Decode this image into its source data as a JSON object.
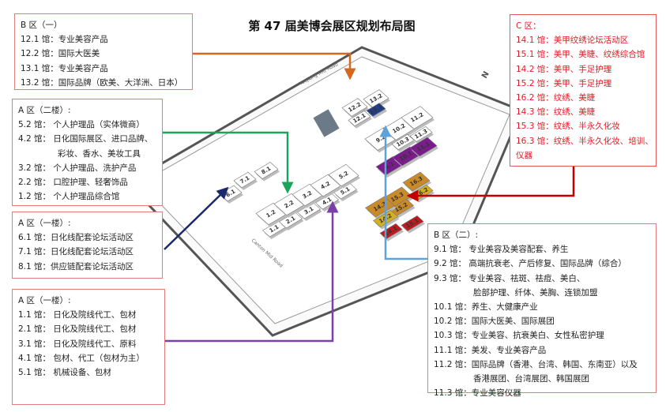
{
  "title": "第 47 届美博会展区规划布局图",
  "colors": {
    "orange_arrow": "#d2691e",
    "green_arrow": "#1aa55a",
    "navy_arrow": "#1b2a6b",
    "purple_arrow": "#7b3fa8",
    "blue_arrow": "#5ea3d8",
    "red_arrow": "#c00000",
    "purple_hall": "#7b1c8c",
    "gold_hall": "#c98a2a",
    "yellow_hall": "#d4b020",
    "red_hall": "#c0191e",
    "blue_hall": "#1f3f8f"
  },
  "boxes": {
    "b1": {
      "heading": "B 区（一）",
      "rows": [
        "12.1 馆：专业美容产品",
        "12.2 馆：国际大医美",
        "13.1 馆：专业美容产品",
        "13.2 馆：国际品牌（欧美、大洋洲、日本）"
      ]
    },
    "a2": {
      "heading": "A 区（二楼）:",
      "rows": [
        "5.2 馆：  个人护理品（实体微商）",
        "4.2 馆：  日化国际展区、进口品牌、",
        "彩妆、香水、美妆工具",
        "3.2 馆：  个人护理品、洗护产品",
        "2.2 馆：  口腔护理、轻奢饰品",
        "1.2 馆：  个人护理品综合馆"
      ]
    },
    "a1_forum": {
      "heading": "A 区（一楼）:",
      "rows": [
        "6.1 馆：日化线配套论坛活动区",
        "7.1 馆：日化线配套论坛活动区",
        "8.1 馆：供应链配套论坛活动区"
      ]
    },
    "a1": {
      "heading": "A 区（一楼）:",
      "rows": [
        "1.1 馆：  日化及院线代工、包材",
        "2.1 馆：  日化及院线代工、包材",
        "3.1 馆：  日化及院线代工、原料",
        "4.1 馆：  包材、代工（包材为主）",
        "5.1 馆：  机械设备、包材"
      ]
    },
    "c": {
      "heading": "C 区：",
      "rows": [
        "14.1 馆：美甲纹绣论坛活动区",
        "15.1 馆：美甲、美睫、纹绣综合馆",
        "14.2 馆：美甲、手足护理",
        "15.2 馆：美甲、手足护理",
        "16.2 馆：纹绣、美睫",
        "14.3 馆：纹绣、美睫",
        "15.3 馆：纹绣、半永久化妆",
        "16.3 馆：纹绣、半永久化妆、培训、",
        "仪器"
      ]
    },
    "b2": {
      "heading": "B 区（二）:",
      "rows": [
        "9.1 馆：  专业美容及美容配套、养生",
        "9.2 馆：  高端抗衰老、产后修复、国际品牌（综合）",
        "9.3 馆：  专业美容、祛斑、祛痘、美白、",
        "脸部护理、纤体、美胸、连锁加盟",
        "10.1 馆：养生、大健康产业",
        "10.2 馆：国际大医美、国际展团",
        "10.3 馆：专业美容、抗衰美白、女性私密护理",
        "11.1 馆：美发、专业美容产品",
        "11.2 馆：国际品牌（香港、台湾、韩国、东南亚）以及",
        "香港展团、台湾展团、韩国展团",
        "11.3 馆：专业美容仪器"
      ]
    }
  },
  "map": {
    "road_label": "Yuejiang Mid Road",
    "road_label_2": "Canton Mid Road",
    "halls": [
      {
        "label": "1.1",
        "type": "white"
      },
      {
        "label": "2.1",
        "type": "white"
      },
      {
        "label": "3.1",
        "type": "white"
      },
      {
        "label": "4.1",
        "type": "white"
      },
      {
        "label": "5.1",
        "type": "white"
      },
      {
        "label": "1.2",
        "type": "white"
      },
      {
        "label": "2.2",
        "type": "white"
      },
      {
        "label": "3.2",
        "type": "white"
      },
      {
        "label": "4.2",
        "type": "white"
      },
      {
        "label": "5.2",
        "type": "white"
      },
      {
        "label": "6.1",
        "type": "white"
      },
      {
        "label": "7.1",
        "type": "white"
      },
      {
        "label": "8.1",
        "type": "white"
      },
      {
        "label": "12.2",
        "type": "white"
      },
      {
        "label": "12.1",
        "type": "white"
      },
      {
        "label": "13.2",
        "type": "white"
      },
      {
        "label": "13.1",
        "type": "blue"
      },
      {
        "label": "9.2",
        "type": "white"
      },
      {
        "label": "10.2",
        "type": "white"
      },
      {
        "label": "11.2",
        "type": "white"
      },
      {
        "label": "10.3",
        "type": "white"
      },
      {
        "label": "11.3",
        "type": "white"
      },
      {
        "label": "9.1",
        "type": "purple"
      },
      {
        "label": "10.1",
        "type": "purple"
      },
      {
        "label": "11.1",
        "type": "purple"
      },
      {
        "label": "16.3",
        "type": "gold"
      },
      {
        "label": "16.2",
        "type": "yellow"
      },
      {
        "label": "15.3",
        "type": "gold"
      },
      {
        "label": "15.2",
        "type": "gold"
      },
      {
        "label": "15.1",
        "type": "red"
      },
      {
        "label": "14.3",
        "type": "gold"
      },
      {
        "label": "14.2",
        "type": "yellow"
      },
      {
        "label": "14.1",
        "type": "red"
      }
    ]
  }
}
